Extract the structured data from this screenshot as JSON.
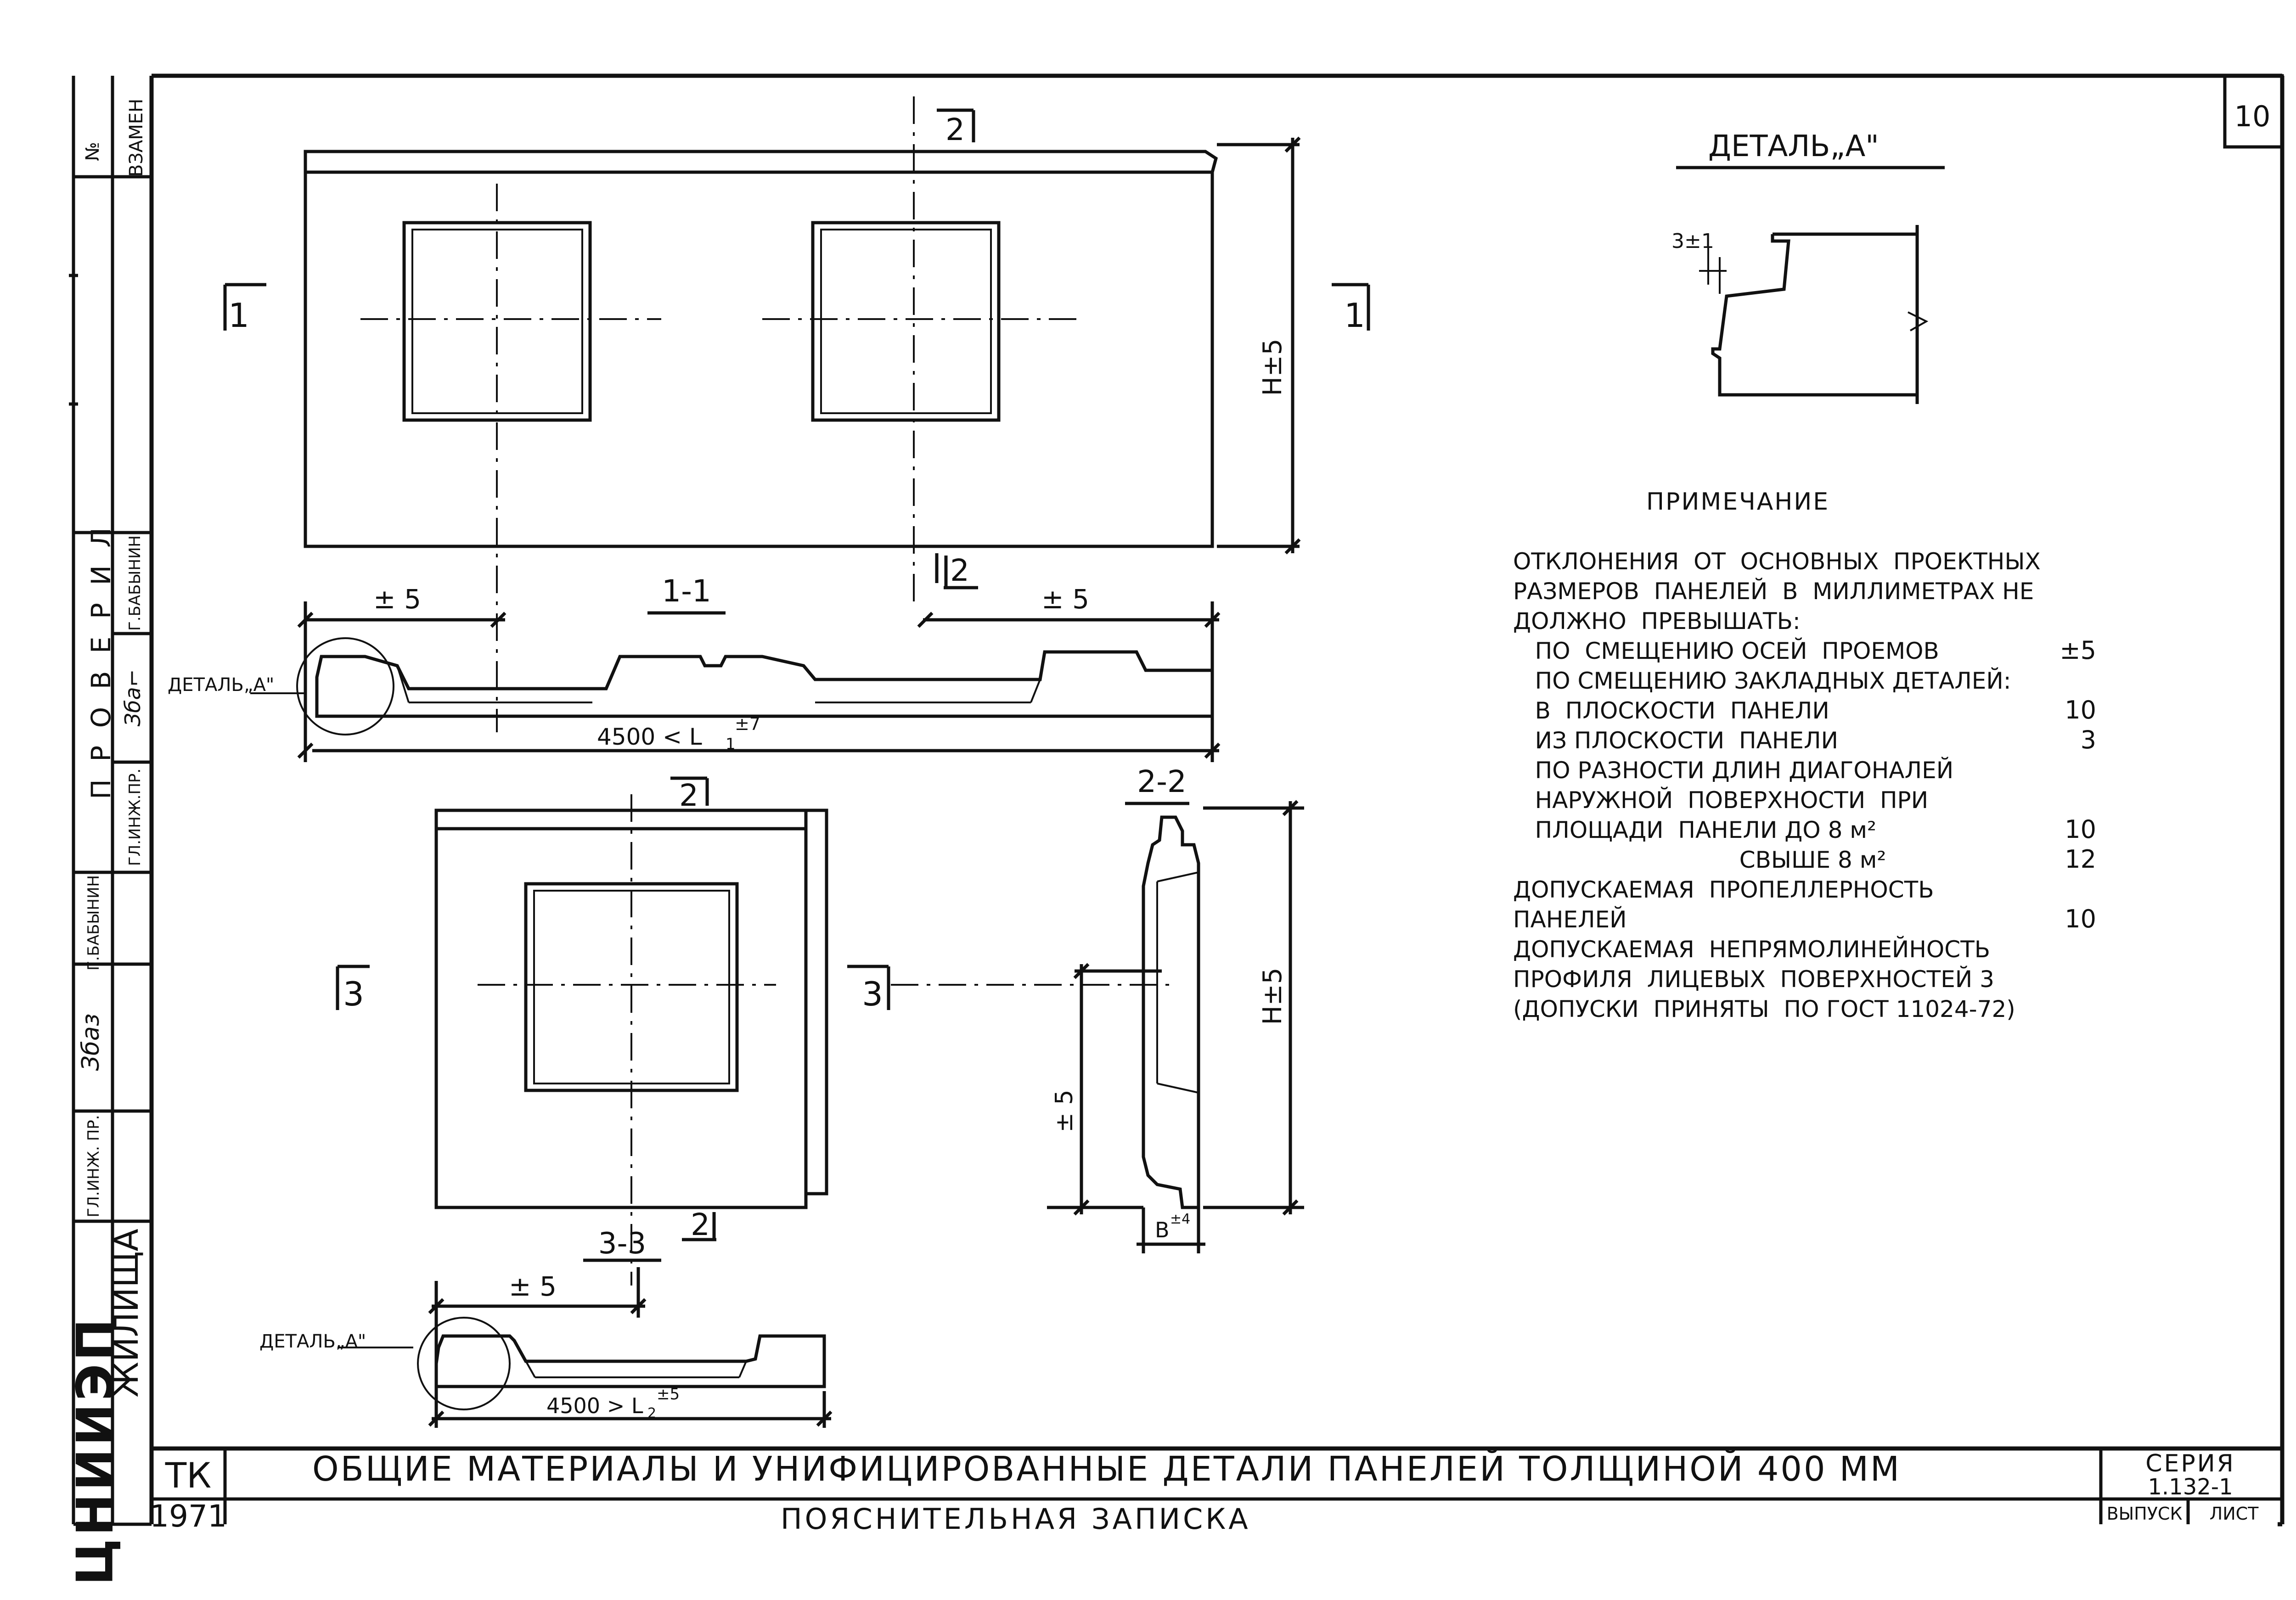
{
  "sheet_number": "10",
  "side_stamp": {
    "replaced": "ВЗАМЕН",
    "num": "№",
    "checked": "П Р О В Е Р И Л",
    "chief_eng": "ГЛ.ИНЖ.ПР.",
    "name_1": "Г.БАБЫНИН",
    "name_2": "Г.БАБЫНИН",
    "chief_eng_2": "ГЛ.ИНЖ. ПР.",
    "housing": "ЖИЛИЩА",
    "institute": "ЦНИИЭП"
  },
  "panel_1": {
    "cut_2_top": "2",
    "cut_2_bottom": "2",
    "cut_1_left": "1",
    "cut_1_right": "1",
    "height_dim": "H±5"
  },
  "section_1_1": {
    "title": "1-1",
    "dim_left": "± 5",
    "dim_right": "± 5",
    "detail_label": "ДЕТАЛЬ„А\"",
    "length_dim": "4500 < L",
    "length_sub": "1",
    "length_tol": "±7"
  },
  "panel_2": {
    "cut_2_top": "2",
    "cut_2_bottom": "2",
    "cut_3_left": "3",
    "cut_3_right": "3"
  },
  "section_2_2": {
    "title": "2-2",
    "height_dim": "H±5",
    "dim_left": "± 5",
    "thickness_dim": "B",
    "thickness_tol": "±4"
  },
  "section_3_3": {
    "title": "3-3",
    "dim_top": "± 5",
    "detail_label": "ДЕТАЛЬ„А\"",
    "length_dim": "4500 > L",
    "length_sub": "2",
    "length_tol": "±5"
  },
  "detail_a": {
    "title": "ДЕТАЛЬ„А\"",
    "tolerance": "3±1"
  },
  "note": {
    "heading": "ПРИМЕЧАНИЕ",
    "lines": [
      {
        "text": "ОТКЛОНЕНИЯ  ОТ  ОСНОВНЫХ  ПРОЕКТНЫХ",
        "value": ""
      },
      {
        "text": "РАЗМЕРОВ  ПАНЕЛЕЙ  В  МИЛЛИМЕТРАХ НЕ",
        "value": ""
      },
      {
        "text": "ДОЛЖНО  ПРЕВЫШАТЬ:",
        "value": ""
      },
      {
        "text": "   ПО  СМЕЩЕНИЮ ОСЕЙ  ПРОЕМОВ",
        "value": "±5"
      },
      {
        "text": "   ПО СМЕЩЕНИЮ ЗАКЛАДНЫХ ДЕТАЛЕЙ:",
        "value": ""
      },
      {
        "text": "   В  ПЛОСКОСТИ  ПАНЕЛИ",
        "value": "10"
      },
      {
        "text": "   ИЗ ПЛОСКОСТИ  ПАНЕЛИ",
        "value": "3"
      },
      {
        "text": "   ПО РАЗНОСТИ ДЛИН ДИАГОНАЛЕЙ",
        "value": ""
      },
      {
        "text": "   НАРУЖНОЙ  ПОВЕРХНОСТИ  ПРИ",
        "value": ""
      },
      {
        "text": "   ПЛОЩАДИ  ПАНЕЛИ ДО 8 м²",
        "value": "10"
      },
      {
        "text": "                               СВЫШЕ 8 м²",
        "value": "12"
      },
      {
        "text": "ДОПУСКАЕМАЯ  ПРОПЕЛЛЕРНОСТЬ",
        "value": ""
      },
      {
        "text": "ПАНЕЛЕЙ",
        "value": "10"
      },
      {
        "text": "ДОПУСКАЕМАЯ  НЕПРЯМОЛИНЕЙНОСТЬ",
        "value": ""
      },
      {
        "text": "ПРОФИЛЯ  ЛИЦЕВЫХ  ПОВЕРХНОСТЕЙ 3",
        "value": ""
      },
      {
        "text": "(ДОПУСКИ  ПРИНЯТЫ  ПО ГОСТ 11024-72)",
        "value": ""
      }
    ]
  },
  "title_block": {
    "org": "ТК",
    "year": "1971",
    "title": "ОБЩИЕ  МАТЕРИАЛЫ  И  УНИФИЦИРОВАННЫЕ  ДЕТАЛИ  ПАНЕЛЕЙ  ТОЛЩИНОЙ    400 ММ",
    "subtitle": "ПОЯСНИТЕЛЬНАЯ          ЗАПИСКА",
    "series_label": "СЕРИЯ",
    "series_value": "1.132-1",
    "issue_label": "ВЫПУСК",
    "sheet_label": "ЛИСТ"
  }
}
